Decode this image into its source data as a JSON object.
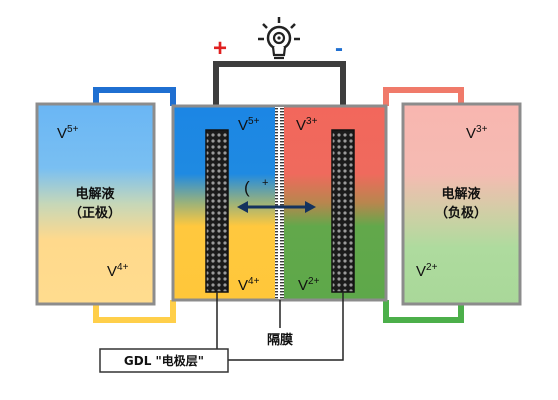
{
  "polarity": {
    "plus": "+",
    "minus": "-"
  },
  "ions": {
    "v5": "V",
    "v5_charge": "5+",
    "v4": "V",
    "v4_charge": "4+",
    "v3": "V",
    "v3_charge": "3+",
    "v2": "V",
    "v2_charge": "2+"
  },
  "left_tank": {
    "line1": "电解液",
    "line2": "（正极）"
  },
  "right_tank": {
    "line1": "电解液",
    "line2": "（负极）"
  },
  "proton": {
    "paren": "(",
    "sign": "+"
  },
  "membrane_label": "隔膜",
  "gdl_label": "GDL \"电极层\"",
  "colors": {
    "positive": "#1a6fd6",
    "negative": "#e64d3c",
    "blue": "#1f88e5",
    "yellow": "#ffc83d",
    "red": "#f0675b",
    "green": "#5ea84a",
    "pale_blue": "#6cb4f0",
    "pale_yellow": "#ffd98a",
    "pale_red": "#f7b8b3",
    "pale_green": "#a9d899"
  },
  "icons": [
    "lightbulb-icon",
    "double-arrow-icon"
  ]
}
